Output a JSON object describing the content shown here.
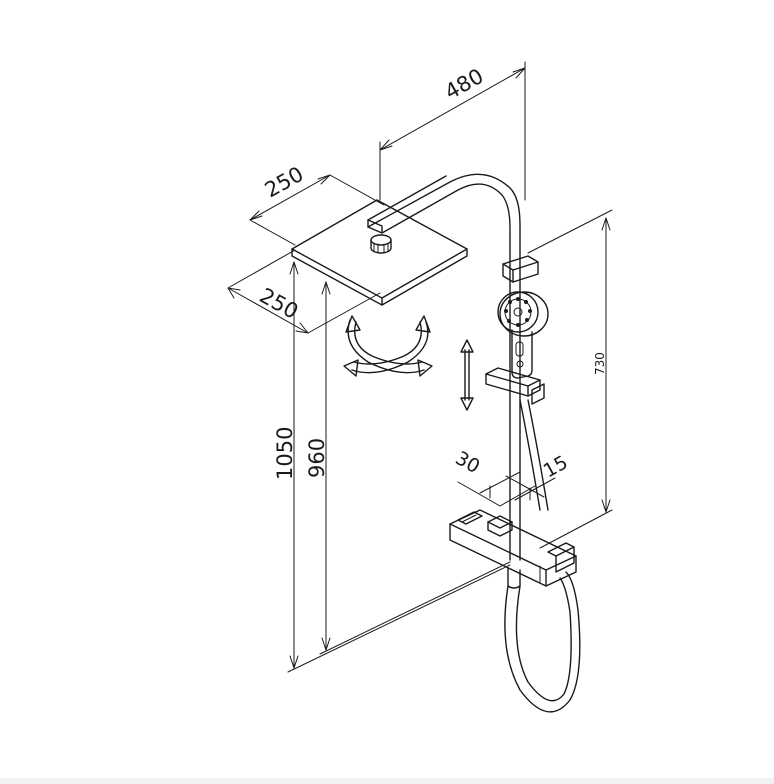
{
  "dimensions": {
    "arm_reach": "480",
    "head_width": "250",
    "head_depth": "250",
    "total_height": "1050",
    "head_height": "960",
    "slide_rail": "730",
    "wall_offset_a": "30",
    "wall_offset_b": "15"
  },
  "colors": {
    "line": "#1a1a1a",
    "background": "#ffffff",
    "page": "#f2f2f2"
  }
}
